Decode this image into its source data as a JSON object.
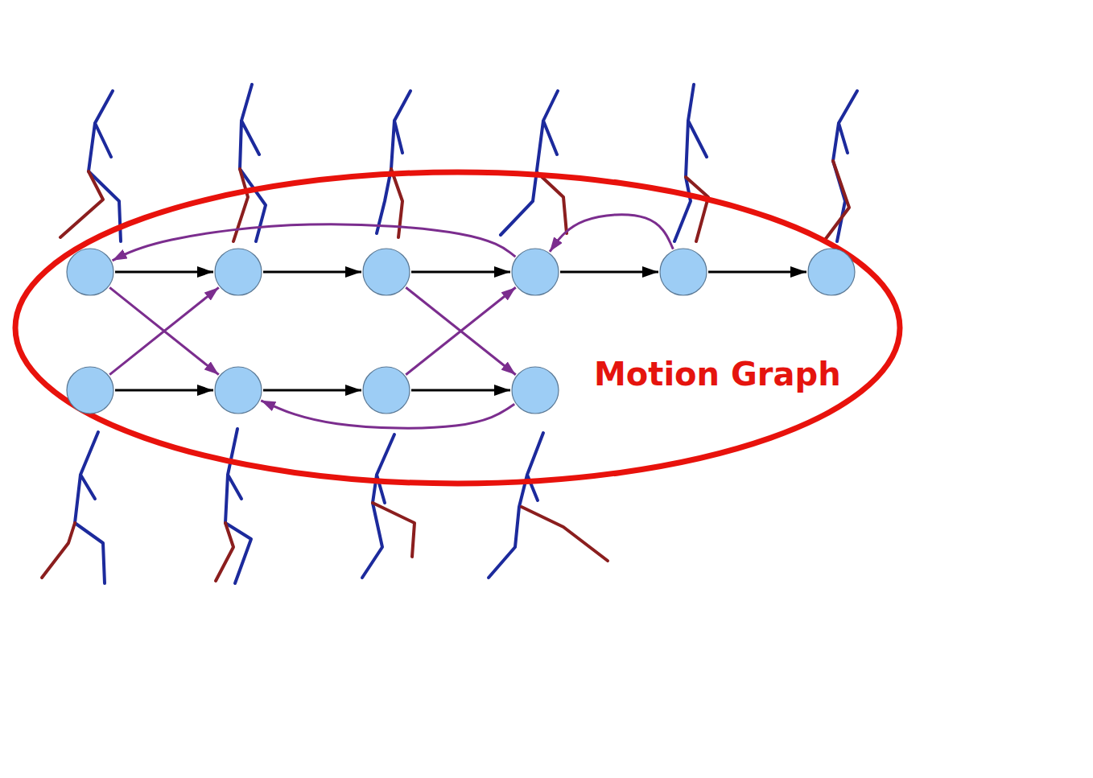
{
  "diagram": {
    "nodes": [
      {
        "text": [
          "Motion Graph"
        ]
      },
      {
        "text": [],
        "in": 0
      },
      {
        "text": [],
        "in": 0
      },
      {
        "text": [],
        "in": 0
      },
      {
        "text": [],
        "in": 0
      },
      {
        "text": [],
        "in": 0
      },
      {
        "text": [],
        "in": 0
      },
      {
        "text": [],
        "in": 0
      },
      {
        "text": [],
        "in": 0
      },
      {
        "text": [],
        "in": 0
      },
      {
        "text": [],
        "in": 0
      }
    ],
    "edges": [
      {
        "from": 1,
        "to": 2,
        "arrow": "to"
      },
      {
        "from": 2,
        "to": 3,
        "arrow": "to"
      },
      {
        "from": 3,
        "to": 4,
        "arrow": "to"
      },
      {
        "from": 4,
        "to": 5,
        "arrow": "to"
      },
      {
        "from": 5,
        "to": 6,
        "arrow": "to"
      },
      {
        "from": 7,
        "to": 8,
        "arrow": "to"
      },
      {
        "from": 8,
        "to": 9,
        "arrow": "to"
      },
      {
        "from": 9,
        "to": 10,
        "arrow": "to"
      },
      {
        "from": 4,
        "to": 1,
        "arrow": "to"
      },
      {
        "from": 5,
        "to": 4,
        "arrow": "to"
      },
      {
        "from": 1,
        "to": 8,
        "arrow": "to"
      },
      {
        "from": 7,
        "to": 2,
        "arrow": "to"
      },
      {
        "from": 3,
        "to": 10,
        "arrow": "to"
      },
      {
        "from": 9,
        "to": 4,
        "arrow": "to"
      },
      {
        "from": 10,
        "to": 8,
        "arrow": "to"
      }
    ]
  }
}
